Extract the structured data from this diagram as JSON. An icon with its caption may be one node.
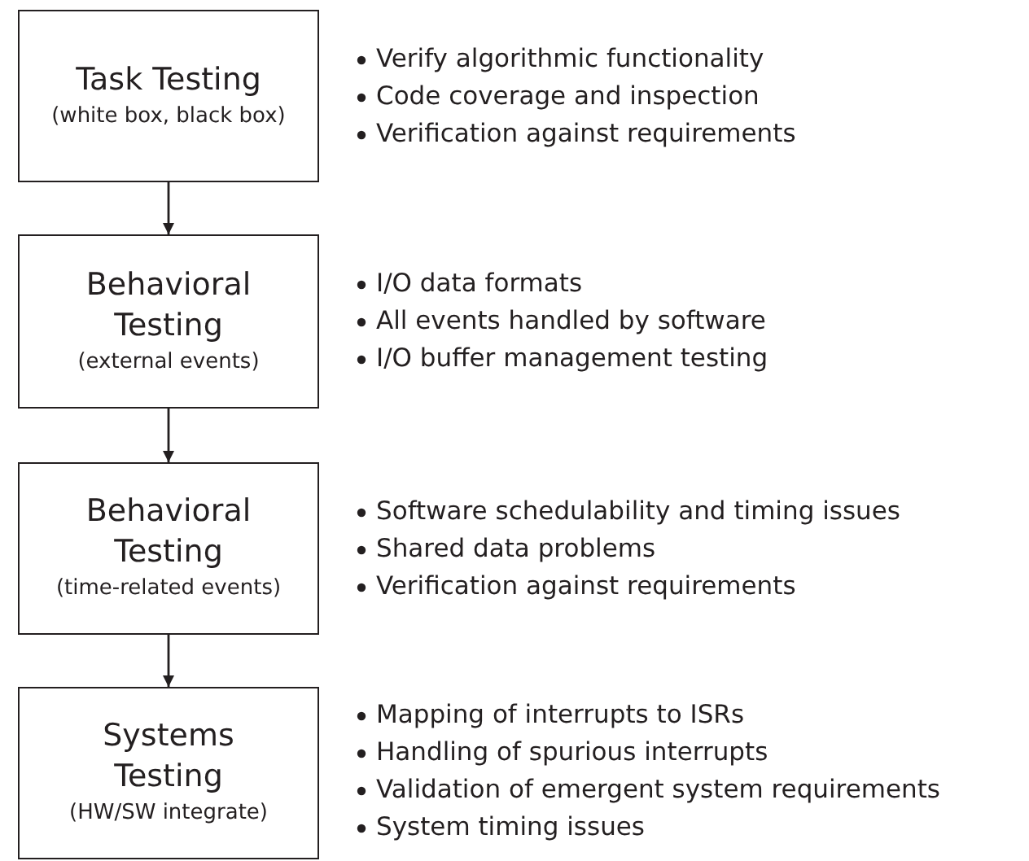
{
  "diagram": {
    "nodes": [
      {
        "text": [
          "Task Testing",
          "(white box, black box)"
        ],
        "beside": [
          "Verify algorithmic functionality",
          "Code coverage and inspection",
          "Verification against requirements"
        ]
      },
      {
        "text": [
          "Behavioral Testing",
          "(external events)"
        ],
        "beside": [
          "I/O data formats",
          "All events handled by software",
          "I/O buffer management testing"
        ]
      },
      {
        "text": [
          "Behavioral Testing",
          "(time-related events)"
        ],
        "beside": [
          "Software schedulability and timing issues",
          "Shared data problems",
          "Verification against requirements"
        ]
      },
      {
        "text": [
          "Systems Testing",
          "(HW/SW integrate)"
        ],
        "beside": [
          "Mapping of interrupts to ISRs",
          "Handling of spurious interrupts",
          "Validation of emergent system requirements",
          "System timing issues"
        ]
      }
    ],
    "edges": [
      {
        "from": 0,
        "to": 1,
        "arrow": "to"
      },
      {
        "from": 1,
        "to": 2,
        "arrow": "to"
      },
      {
        "from": 2,
        "to": 3,
        "arrow": "to"
      }
    ]
  }
}
